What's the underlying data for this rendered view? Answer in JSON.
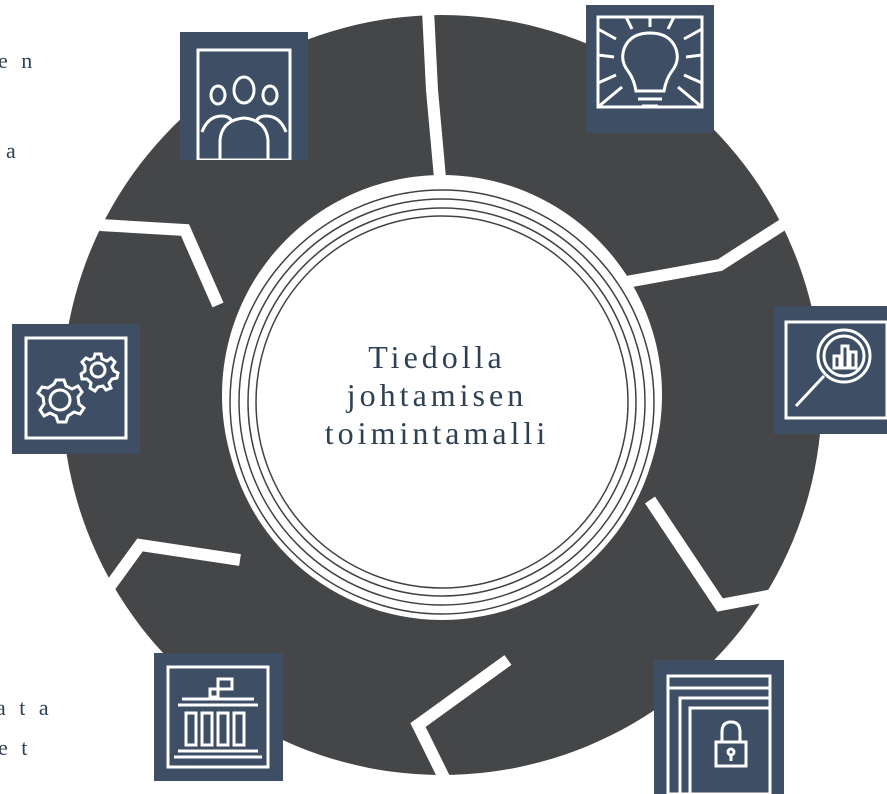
{
  "center": {
    "line1": "Tiedolla",
    "line2": "johtamisen",
    "line3": "toimintamalli"
  },
  "side_text": {
    "top_left_1": "e n",
    "top_left_2": "a",
    "bottom_left_1": "a t a",
    "bottom_left_2": "e t"
  },
  "colors": {
    "ring": "#444648",
    "icon_box": "#3d4e65",
    "icon_stroke": "#ffffff",
    "text": "#2e4154"
  },
  "icons": [
    "people-group-icon",
    "lightbulb-icon",
    "magnifier-chart-icon",
    "padlock-window-icon",
    "building-flag-icon",
    "gears-icon"
  ]
}
